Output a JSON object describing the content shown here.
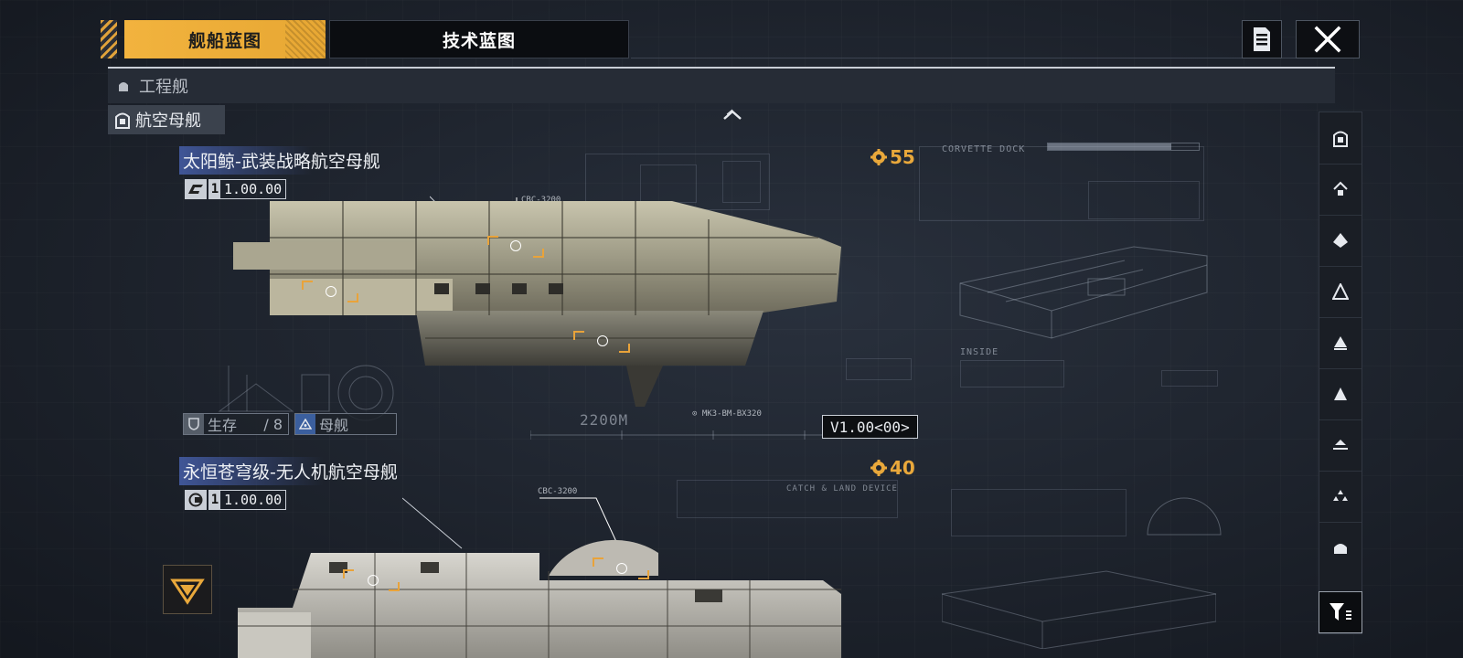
{
  "tabs": [
    {
      "label": "舰船蓝图",
      "active": true
    },
    {
      "label": "技术蓝图",
      "active": false
    }
  ],
  "categories": {
    "primary": "工程舰",
    "secondary": "航空母舰"
  },
  "blueprint_text": {
    "corvette_dock": "CORVETTE DOCK",
    "inside": "INSIDE",
    "deck_label": "CATCH & LAND DEVICE"
  },
  "ships": [
    {
      "name": "太阳鲸-武装战略航空母舰",
      "tier": "1",
      "version": "1.00.00",
      "cost": "55",
      "weapon_label": "CBC-3200",
      "stat_survival": "生存",
      "stat_survival_count": "/ 8",
      "stat_role": "母舰",
      "length": "2200M",
      "module_code": "⊙ MK3-BM-BX320",
      "version_tag": "V1.00<00>"
    },
    {
      "name": "永恒苍穹级-无人机航空母舰",
      "tier": "1",
      "version": "1.00.00",
      "cost": "40",
      "weapon_label": "CBC-3200"
    }
  ],
  "filters": [
    "all",
    "tier-up",
    "carrier",
    "cruiser",
    "destroyer",
    "frigate",
    "layer",
    "cluster",
    "dome"
  ],
  "colors": {
    "accent": "#f2b33e",
    "cost": "#e9a83b",
    "name_highlight": "#465faa",
    "background": "#1f2530"
  }
}
